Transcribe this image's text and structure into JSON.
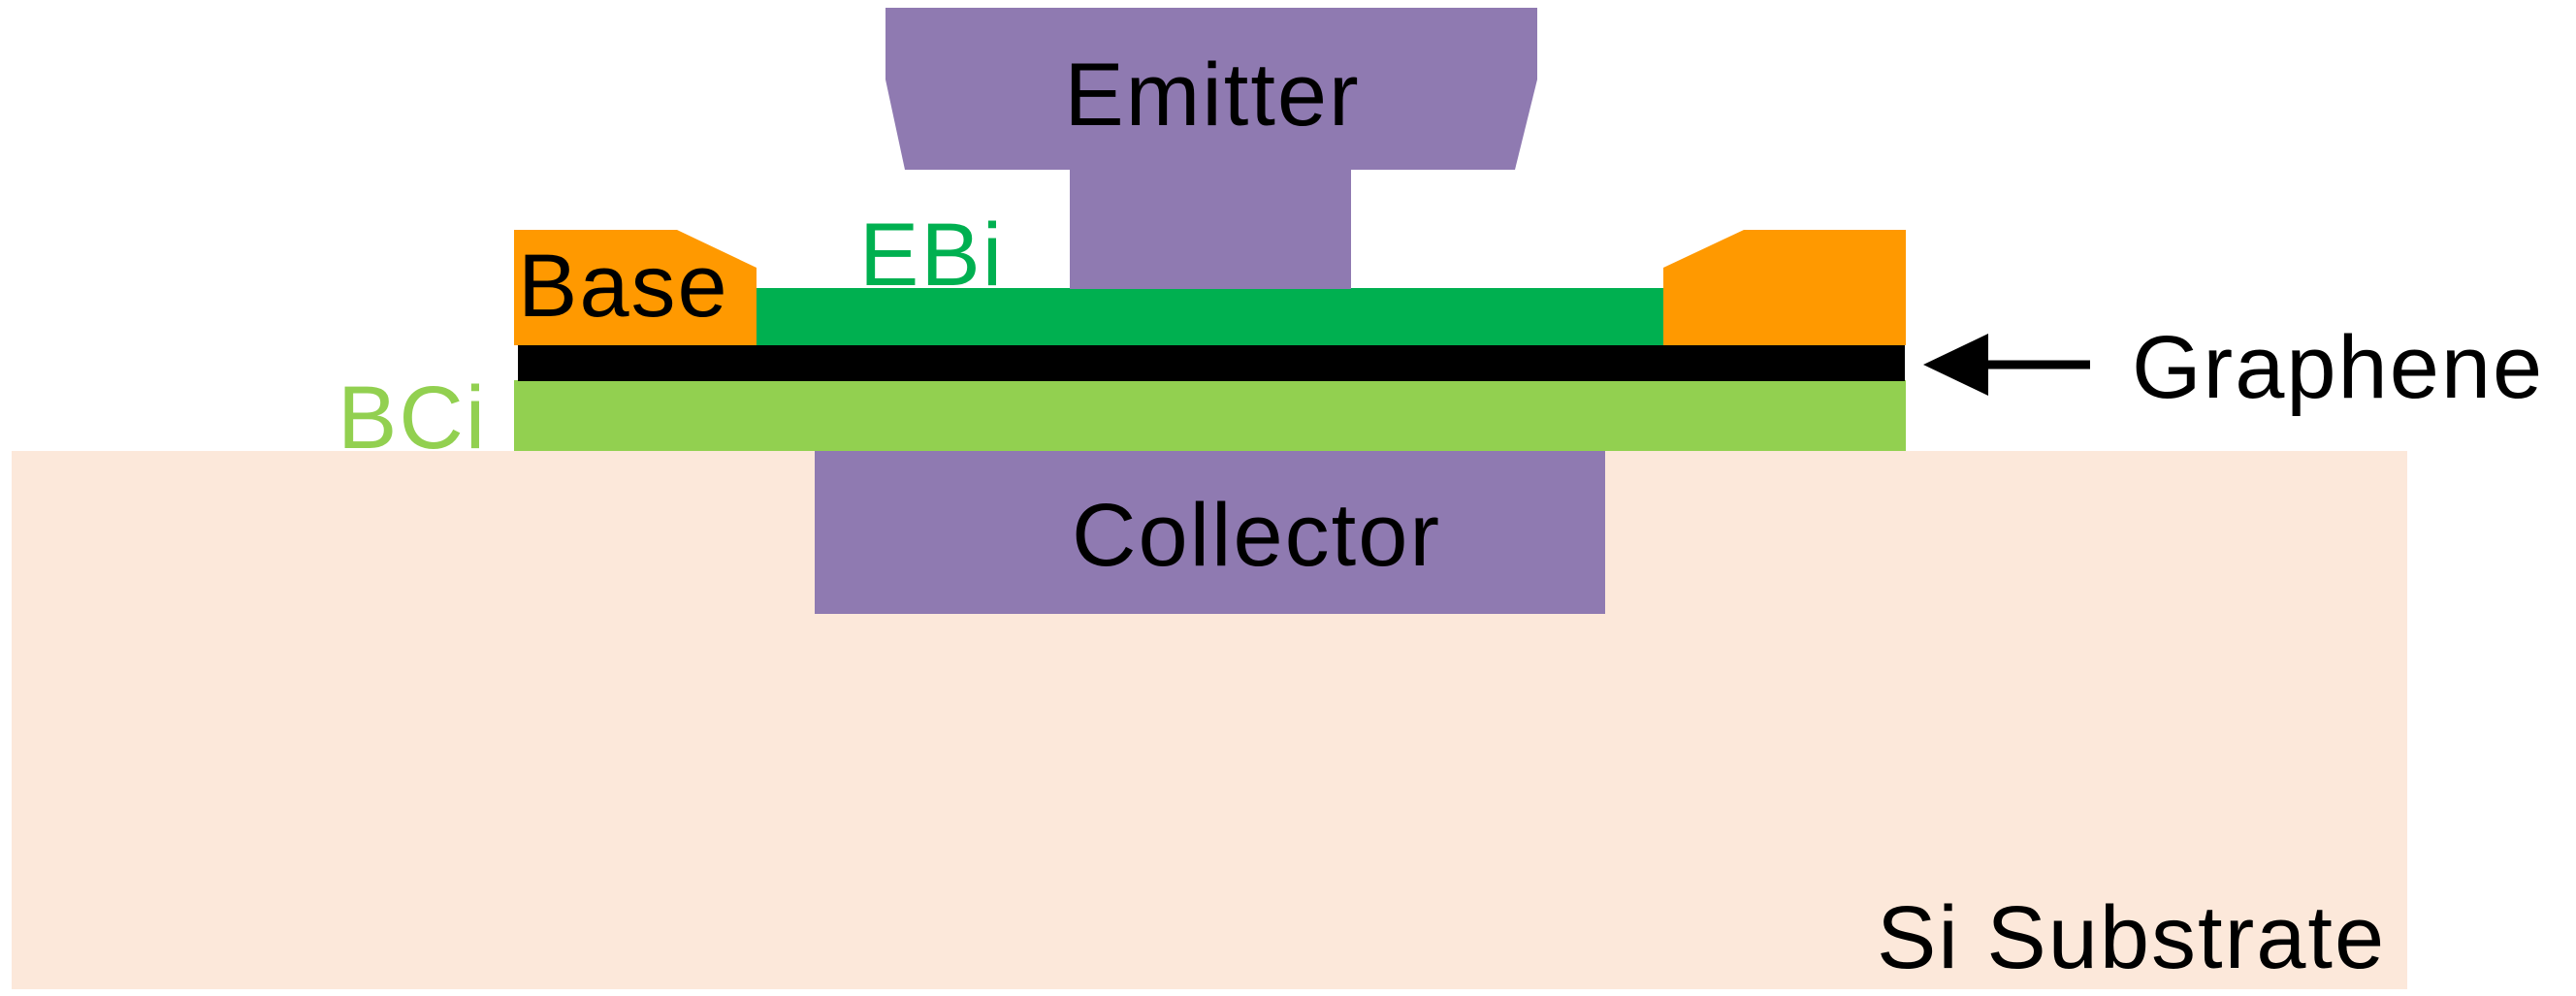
{
  "labels": {
    "emitter": "Emitter",
    "base": "Base",
    "ebi": "EBi",
    "bci": "BCi",
    "graphene": "Graphene",
    "collector": "Collector",
    "substrate": "Si Substrate"
  },
  "colors": {
    "substrate": "#fce8da",
    "metal": "#8f7ab1",
    "base_contact": "#ff9900",
    "ebi_layer": "#00b050",
    "bci_layer": "#92d050",
    "graphene_layer": "#000000",
    "label_dark": "#000000",
    "label_ebi": "#00b050",
    "label_bci": "#92d050"
  }
}
